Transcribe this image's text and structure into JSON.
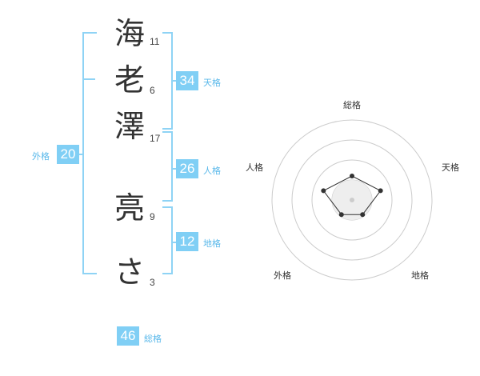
{
  "name": {
    "chars": [
      {
        "char": "海",
        "strokes": "11"
      },
      {
        "char": "老",
        "strokes": "6"
      },
      {
        "char": "澤",
        "strokes": "17"
      },
      {
        "char": "亮",
        "strokes": "9"
      },
      {
        "char": "さ",
        "strokes": "3"
      }
    ]
  },
  "kaku": {
    "tenkaku": {
      "value": "34",
      "label": "天格"
    },
    "jinkaku": {
      "value": "26",
      "label": "人格"
    },
    "chikaku": {
      "value": "12",
      "label": "地格"
    },
    "gaikaku": {
      "value": "20",
      "label": "外格"
    },
    "soukaku": {
      "value": "46",
      "label": "総格"
    }
  },
  "chart_data": {
    "type": "radar",
    "axes": [
      "総格",
      "天格",
      "地格",
      "外格",
      "人格"
    ],
    "values": [
      1.2,
      1.5,
      0.9,
      0.9,
      1.5
    ],
    "range": [
      0,
      4
    ],
    "rings": 4,
    "colors": {
      "ring": "#cccccc",
      "line": "#333333",
      "point": "#333333",
      "fill": "#eeeeee"
    }
  }
}
